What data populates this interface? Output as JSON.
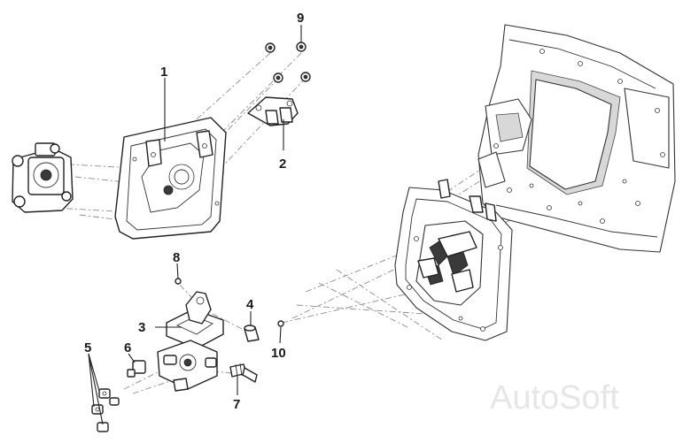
{
  "callouts": [
    {
      "id": "1",
      "label": "1"
    },
    {
      "id": "2",
      "label": "2"
    },
    {
      "id": "3",
      "label": "3"
    },
    {
      "id": "4",
      "label": "4"
    },
    {
      "id": "5",
      "label": "5"
    },
    {
      "id": "6",
      "label": "6"
    },
    {
      "id": "7",
      "label": "7"
    },
    {
      "id": "8",
      "label": "8"
    },
    {
      "id": "9",
      "label": "9"
    },
    {
      "id": "10",
      "label": "10"
    }
  ],
  "watermark": "AutoSoft",
  "colors": {
    "line": "#222222",
    "leader_dashed": "#8c8c8c",
    "background": "#ffffff"
  }
}
